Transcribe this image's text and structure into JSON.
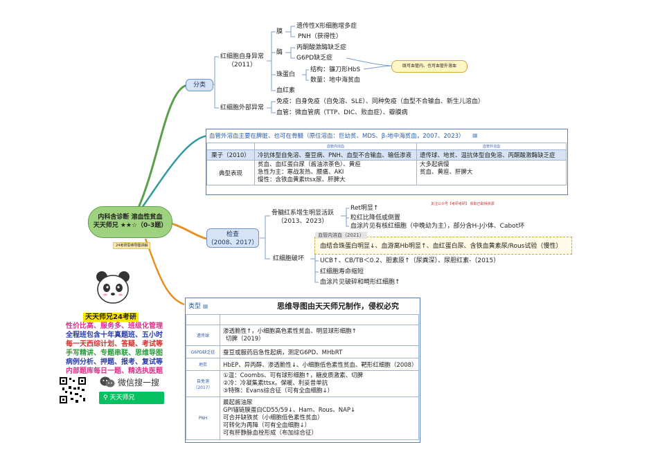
{
  "root": {
    "title_line1": "内科含诊断 溶血性贫血",
    "title_line2": "天天师兄 ★★☆（0-3题）",
    "tag": "24考研思维导图讲解"
  },
  "classification": {
    "label": "分类",
    "intrinsic": {
      "label": "红细胞自身异常",
      "year": "（2011）",
      "membrane": {
        "label": "膜",
        "items": [
          "遗传性X形细胞增多症",
          "PNH（获得性）"
        ]
      },
      "enzyme": {
        "label": "酶",
        "items": [
          "丙酮酸激酶缺乏症",
          "G6PD缺乏症"
        ]
      },
      "globin": {
        "label": "珠蛋白",
        "items": [
          "结构：镰刀形HbS",
          "数量：地中海贫血"
        ]
      },
      "heme": {
        "label": "血红素"
      },
      "callout": "既可血管内、也可血管外溶血"
    },
    "extrinsic": {
      "label": "红细胞外部异常",
      "items": [
        "免疫：自身免疫（自免溶、SLE）、同种免疫（血型不合输血、新生儿溶血）",
        "血管：微血管病（TTP、DIC、败血症）、瓣膜病"
      ]
    }
  },
  "site_table": {
    "heading": "血管外溶血主要在脾脏、也可在骨髓（原位溶血：巨幼贫、MDS、β-地中海贫血，2007、2023）",
    "col_intra": "血管内溶血",
    "col_extra": "血管外溶血",
    "row1_label": "栗子（2010）",
    "row1_intra": "冷抗体型自免溶、蚕豆病、PNH、血型不合输血、输低渗液",
    "row1_extra": "遗传球、地贫、温抗体型自免溶、丙酮酸激酶缺乏症",
    "row2_label": "典型表现",
    "row2_intra": [
      "贫血、血红蛋白尿（酱油浓茶色）、黄疸",
      "急性为主：寒战发热、腰痛、AKI",
      "慢性：含铁血黄素ttsx尿、肝脾大"
    ],
    "row2_extra": [
      "大多起病慢",
      "贫血、黄疸、肝脾大"
    ]
  },
  "exam": {
    "label": "检查",
    "years": "（2008、2017）",
    "marrow": {
      "label": "骨髓红系增生明显活跃",
      "years": "（2013、2023）",
      "items": [
        "Ret明显↑",
        "粒红比降低或倒置",
        "血涂片见有核红细胞（中晚幼为主），部分含H-J小体、Cabot环"
      ]
    },
    "destruction": {
      "label": "红细胞破坏",
      "intra_tag": "血管内溶血（2021）",
      "items": [
        "血结合珠蛋白明显↓、血游离Hb明显↑、血红蛋白尿、含铁血黄素尿/Rous试验（慢性）",
        "UCB↑、CB/TB＜0.2、胆素原↑（尿粪深）、尿胆红素-（2015）",
        "红细胞寿命缩短",
        "血涂片见破碎和畸形红细胞↑"
      ]
    },
    "watermark_top": "关注公众号【考研考研】 获取已取得资源"
  },
  "types": {
    "label": "类型",
    "copyright": "思维导图由天天师兄制作，侵权必究",
    "rows": [
      {
        "name": "遗传球",
        "lines": [
          "渗透脆性↑，小细胞高色素性贫血、明显球形细胞↑",
          "切脾（2019）"
        ]
      },
      {
        "name": "G6PD缺乏症",
        "lines": [
          "蚕豆或服药后急性起病，测定G6PD、MHbRT"
        ]
      },
      {
        "name": "地贫",
        "lines": [
          "HbEP、异丙醇、渗透脆性↓、小细胞低色素性贫血、靶形红细胞（2008）"
        ]
      },
      {
        "name": "自免溶（2017）",
        "lines": [
          "①温：Coombs、可有球形细胞↑，糖皮质激素、切脾",
          "②冷：冷凝集素ttsx。保暖、利妥昔单抗",
          "③特殊：Evans综合征（可有全血细胞↓）"
        ]
      },
      {
        "name": "PNH",
        "lines": [
          "晨起酱油尿",
          "GPI锚链膜蛋白CD55/59↓、Ham、Rous、NAP↓",
          "可合并缺铁贫（小细胞低色素性贫血）",
          "可转化为再障（可有全血细胞↓）",
          "可有肝静脉血栓形成（布加综合征）"
        ]
      }
    ]
  },
  "promo": {
    "title": "天天师兄24考研",
    "lines": [
      "性价比高、服务多、班级化管理",
      "全程班包含十年真题班、五小时",
      "每一天西综计划、答疑、考试等",
      "手写精讲、专题串联、思维导图",
      "病例分析、押题、报考、复试等",
      "内部题库每日一题、精选执医题"
    ],
    "wechat": "微信搜一搜",
    "search": "天天师兄"
  },
  "colors": {
    "branch_green": "#5aa04a",
    "branch_teal": "#2f9aa0",
    "branch_orange": "#e8901e",
    "node_blue": "#d6e4f5",
    "root_green": "#9fd27e"
  }
}
